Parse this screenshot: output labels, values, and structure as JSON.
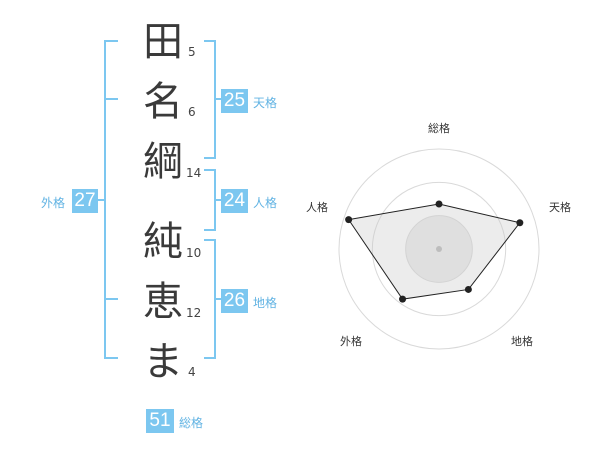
{
  "name_chars": [
    {
      "char": "田",
      "strokes": "5"
    },
    {
      "char": "名",
      "strokes": "6"
    },
    {
      "char": "綱",
      "strokes": "14"
    },
    {
      "char": "純",
      "strokes": "10"
    },
    {
      "char": "恵",
      "strokes": "12"
    },
    {
      "char": "ま",
      "strokes": "4"
    }
  ],
  "kakusu": {
    "tenkaku": {
      "value": "25",
      "label": "天格"
    },
    "jinkaku": {
      "value": "24",
      "label": "人格"
    },
    "chikaku": {
      "value": "26",
      "label": "地格"
    },
    "gaikaku": {
      "value": "27",
      "label": "外格"
    },
    "soukaku": {
      "value": "51",
      "label": "総格"
    }
  },
  "colors": {
    "accent": "#7cc7f0",
    "bracket": "#7cc7f0",
    "text": "#3a3a3a"
  },
  "chart_data": {
    "type": "radar",
    "axes": [
      "総格",
      "天格",
      "地格",
      "外格",
      "人格"
    ],
    "rings": 3,
    "values": [
      0.45,
      0.85,
      0.5,
      0.62,
      0.95
    ]
  }
}
